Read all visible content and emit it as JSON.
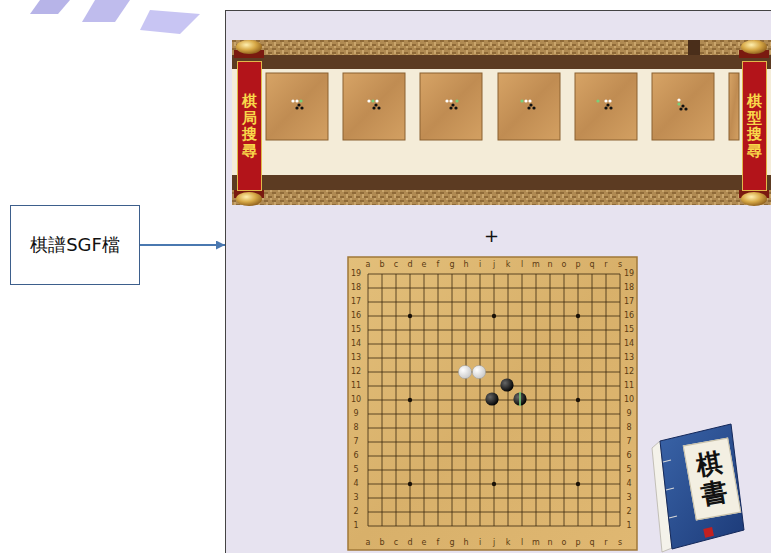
{
  "diagram": {
    "nodes": [
      {
        "text": [
          "棋譜SGF檔"
        ]
      },
      {
        "text": [
          "+"
        ]
      },
      {
        "text": [
          "棋局搜尋"
        ],
        "in": 1
      },
      {
        "text": [
          "棋型搜尋"
        ],
        "in": 1
      },
      {
        "text": [
          "棋書"
        ],
        "in": 1
      }
    ],
    "edges": [
      {
        "from": 0,
        "to": 1,
        "arrow": "to"
      }
    ],
    "labels": [
      "a",
      "b",
      "c",
      "d",
      "e",
      "f",
      "g",
      "h",
      "i",
      "j",
      "k",
      "l",
      "m",
      "n",
      "o",
      "p",
      "q",
      "r",
      "s",
      "a",
      "b",
      "c",
      "d",
      "e",
      "f",
      "g",
      "h",
      "i",
      "j",
      "k",
      "l",
      "m",
      "n",
      "o",
      "p",
      "q",
      "r",
      "s",
      "19",
      "18",
      "17",
      "16",
      "15",
      "14",
      "13",
      "12",
      "11",
      "10",
      "9",
      "8",
      "7",
      "6",
      "5",
      "4",
      "3",
      "2",
      "1",
      "19",
      "18",
      "17",
      "16",
      "15",
      "14",
      "13",
      "12",
      "11",
      "10",
      "9",
      "8",
      "7",
      "6",
      "5",
      "4",
      "3",
      "2",
      "1"
    ]
  }
}
